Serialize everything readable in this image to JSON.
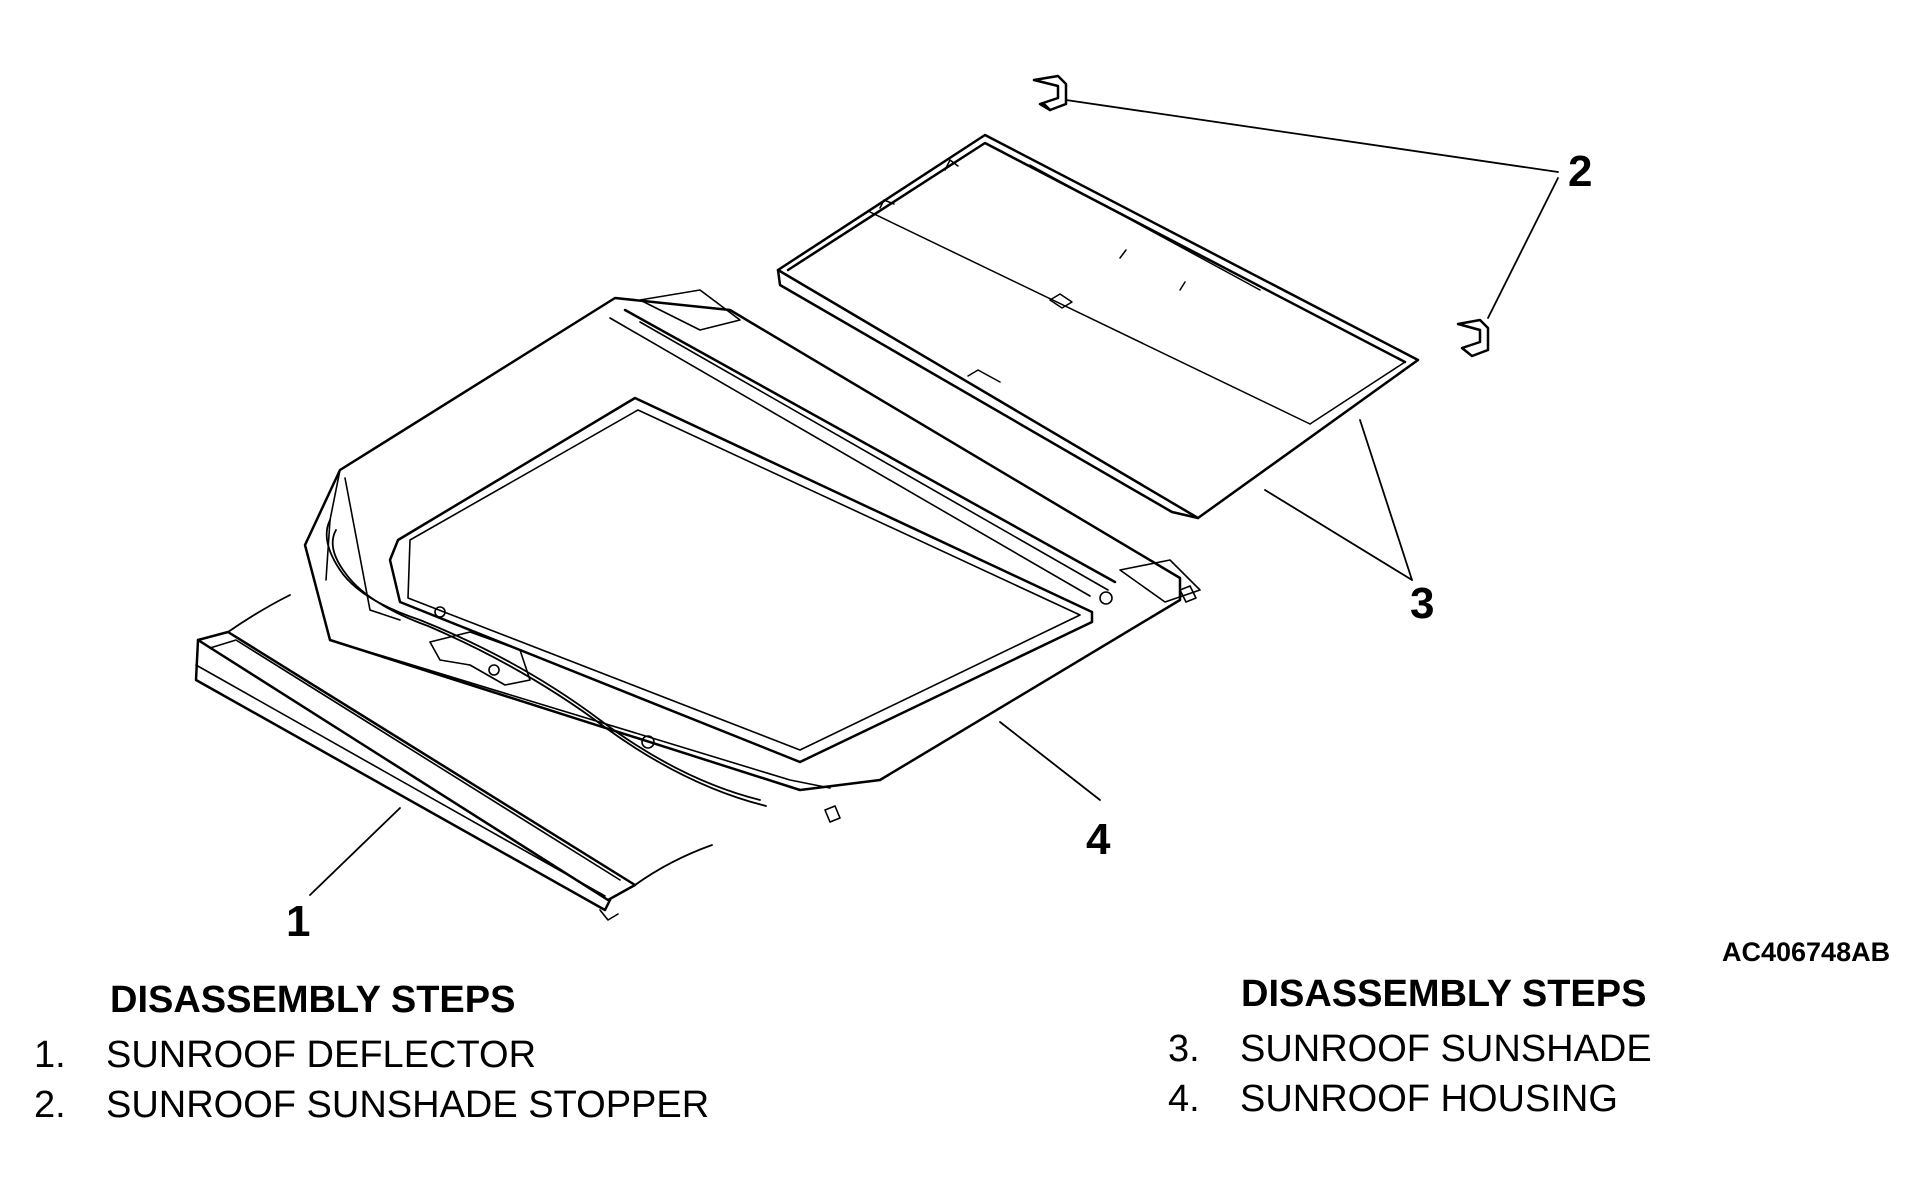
{
  "figure": {
    "code": "AC406748AB",
    "callouts": [
      "1",
      "2",
      "3",
      "4"
    ]
  },
  "steps_left": {
    "heading": "DISASSEMBLY STEPS",
    "items": [
      {
        "num": "1.",
        "label": "SUNROOF DEFLECTOR"
      },
      {
        "num": "2.",
        "label": "SUNROOF SUNSHADE STOPPER"
      }
    ]
  },
  "steps_right": {
    "heading": "DISASSEMBLY STEPS",
    "items": [
      {
        "num": "3.",
        "label": "SUNROOF SUNSHADE"
      },
      {
        "num": "4.",
        "label": "SUNROOF HOUSING"
      }
    ]
  }
}
